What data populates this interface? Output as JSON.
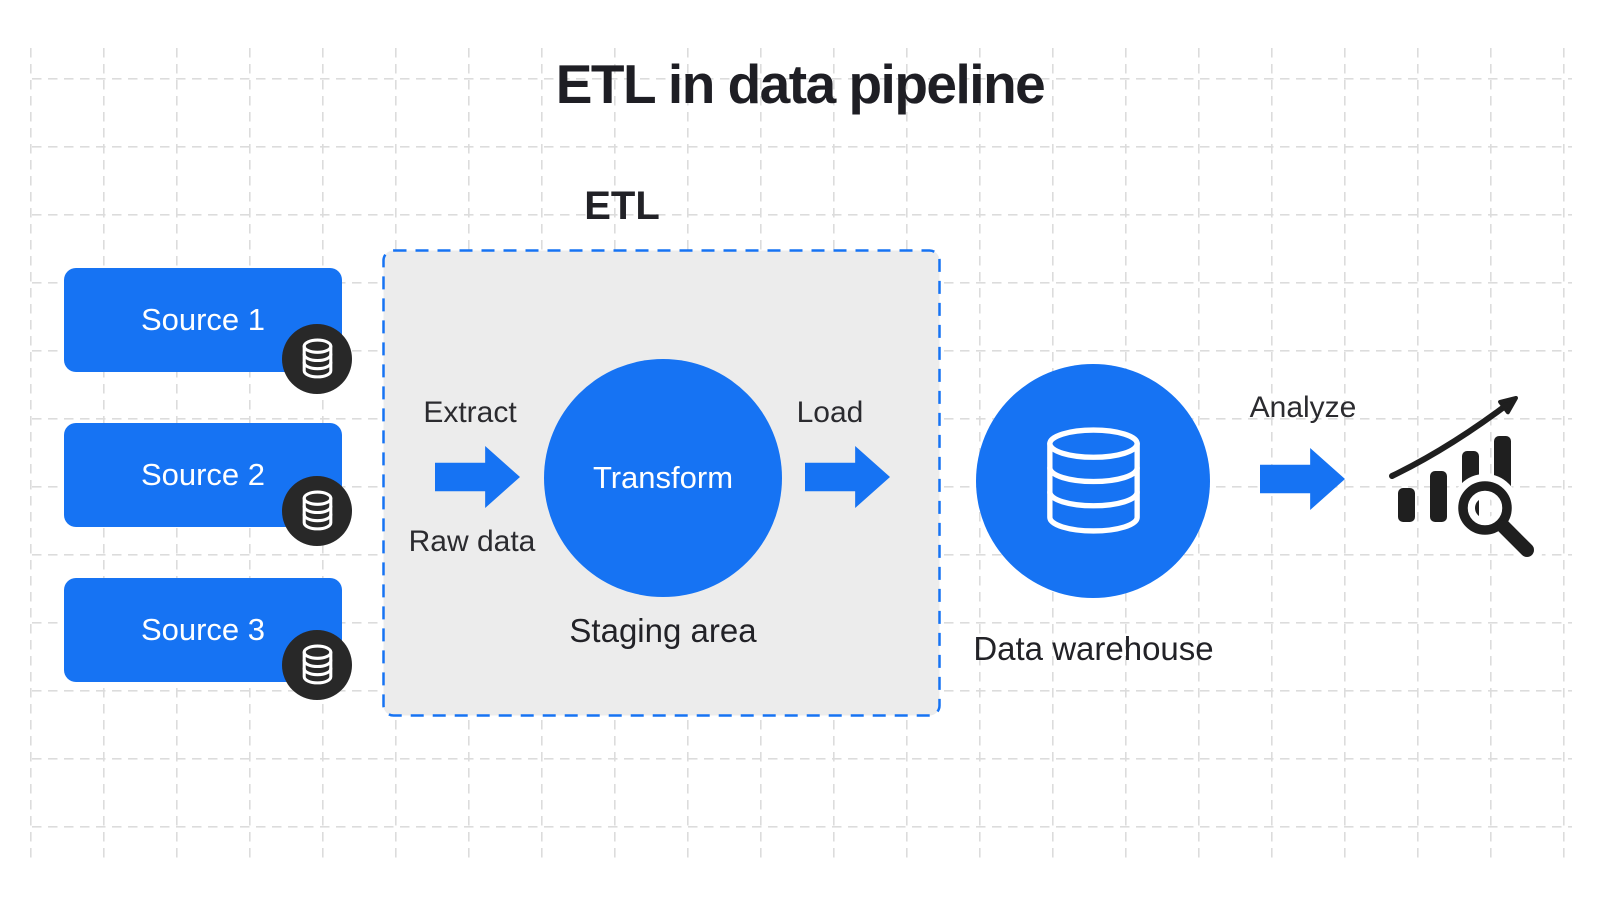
{
  "title": "ETL in data pipeline",
  "colors": {
    "accent_blue": "#1673F3",
    "staging_fill": "#ECECEC",
    "badge_dark": "#282828",
    "icon_black": "#1F1F1F",
    "grid_line": "#DCDCDC",
    "text_dark": "#222227"
  },
  "sources": [
    {
      "label": "Source 1",
      "icon": "database-icon"
    },
    {
      "label": "Source 2",
      "icon": "database-icon"
    },
    {
      "label": "Source 3",
      "icon": "database-icon"
    }
  ],
  "etl": {
    "group_label": "ETL",
    "extract_label": "Extract",
    "raw_data_label": "Raw data",
    "transform_label": "Transform",
    "load_label": "Load",
    "staging_label": "Staging area"
  },
  "warehouse": {
    "label": "Data warehouse",
    "icon": "database-icon"
  },
  "analyze": {
    "label": "Analyze",
    "icon": "bar-chart-magnifier-icon"
  }
}
